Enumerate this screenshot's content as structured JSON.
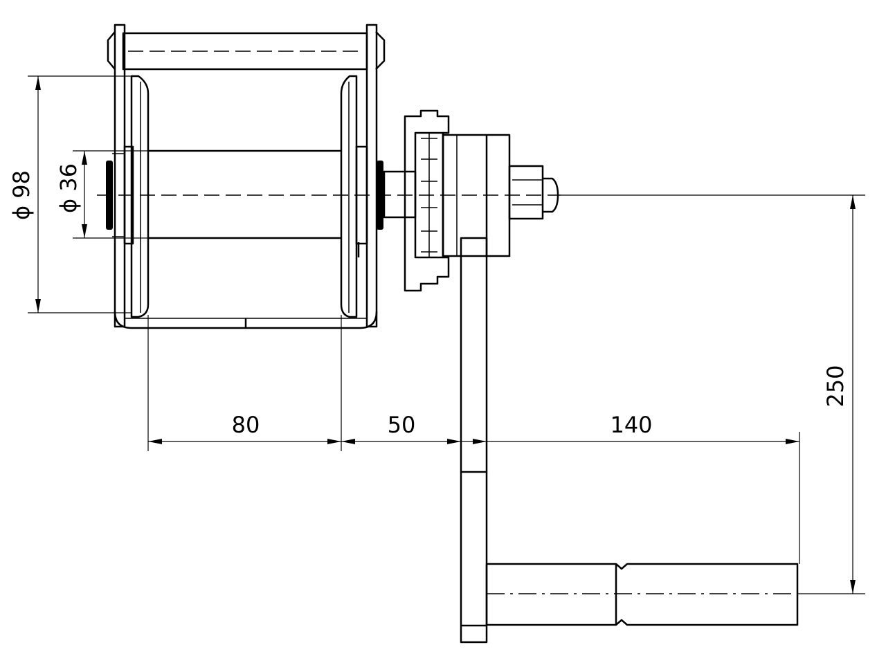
{
  "dimensions": {
    "drum_diameter": "ϕ 98",
    "hub_diameter": "ϕ 36",
    "drum_width": "80",
    "offset": "50",
    "crank_handle_length": "140",
    "crank_radius": "250"
  },
  "colors": {
    "background": "#ffffff",
    "line": "#000000"
  }
}
